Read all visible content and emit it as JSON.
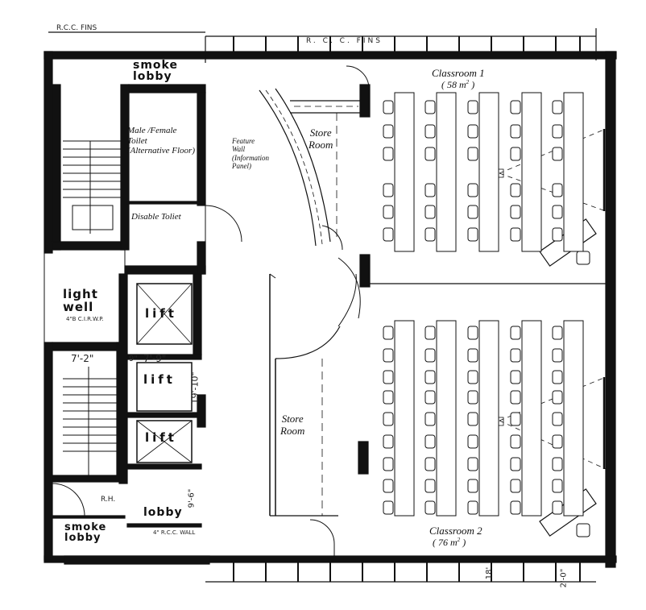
{
  "rooms": {
    "classroom1_name": "Classroom 1",
    "classroom1_area": "( 58 m",
    "classroom1_area_close": " )",
    "classroom2_name": "Classroom 2",
    "classroom2_area": "( 76 m",
    "classroom2_area_close": " )",
    "area_exponent": "2",
    "store_room_upper": "Store\nRoom",
    "store_room_lower": "Store\nRoom",
    "male_female_toilet": "Male /Female\nToilet\n(Alternative Floor)",
    "disable_toilet": "Disable Toliet",
    "feature_wall": "Feature\nWall\n(Information\nPanel)",
    "smoke_lobby_top": "smoke\nlobby",
    "smoke_lobby_bottom": "smoke\nlobby",
    "lobby": "lobby",
    "light_well": "light\nwell",
    "light_well_note": "4\"B C.I.R.W.P.",
    "lift_1": "lift",
    "lift_2": "lift",
    "lift_3": "lift"
  },
  "annotations": {
    "rcc_fins_left": "R.C.C. FINS",
    "rcc_fins_top": "R. C. C. FINS",
    "dim_7_2": "7'-2\"",
    "dim_7_9": "7'-9\"",
    "dim_9": "9\"",
    "dim_19_10": "19'-10\"",
    "dim_9_6": "9'-6\"",
    "rh": "R.H.",
    "rcc_wall": "4\" R.C.C. WALL",
    "dim_2_0": "2'-0\"",
    "dim_18": "18'"
  },
  "colors": {
    "wall": "#111111",
    "line": "#222222",
    "paper": "#ffffff"
  }
}
